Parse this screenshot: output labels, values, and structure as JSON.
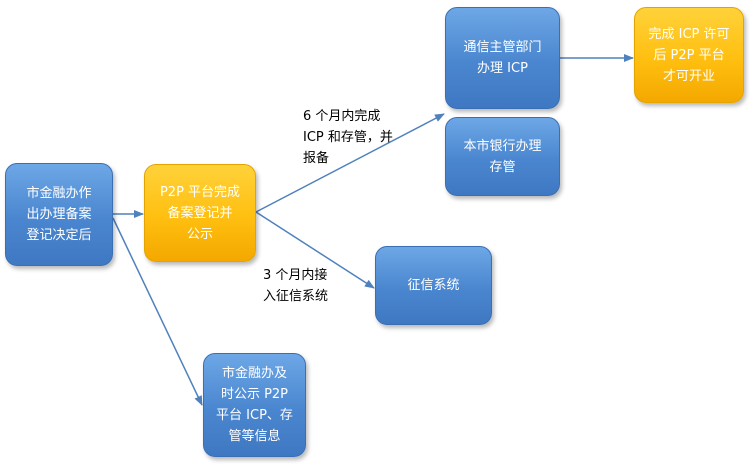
{
  "diagram": {
    "nodes": {
      "start": [
        "市金融办作",
        "出办理备案",
        "登记决定后"
      ],
      "platform": [
        "P2P 平台完成",
        "备案登记并",
        "公示"
      ],
      "telecom": [
        "通信主管部门",
        "办理 ICP"
      ],
      "bank": [
        "本市银行办理",
        "存管"
      ],
      "credit": [
        "征信系统"
      ],
      "publish": [
        "市金融办及",
        "时公示 P2P",
        "平台 ICP、存",
        "管等信息"
      ],
      "open": [
        "完成 ICP 许可",
        "后 P2P 平台",
        "才可开业"
      ]
    },
    "edge_labels": {
      "six_months": "6 个月内完成\nICP 和存管，并\n报备",
      "three_months": "3 个月内接\n入征信系统"
    }
  },
  "colors": {
    "blue": "#4a86cf",
    "gold": "#ffbf10",
    "arrow": "#4f81bd"
  }
}
